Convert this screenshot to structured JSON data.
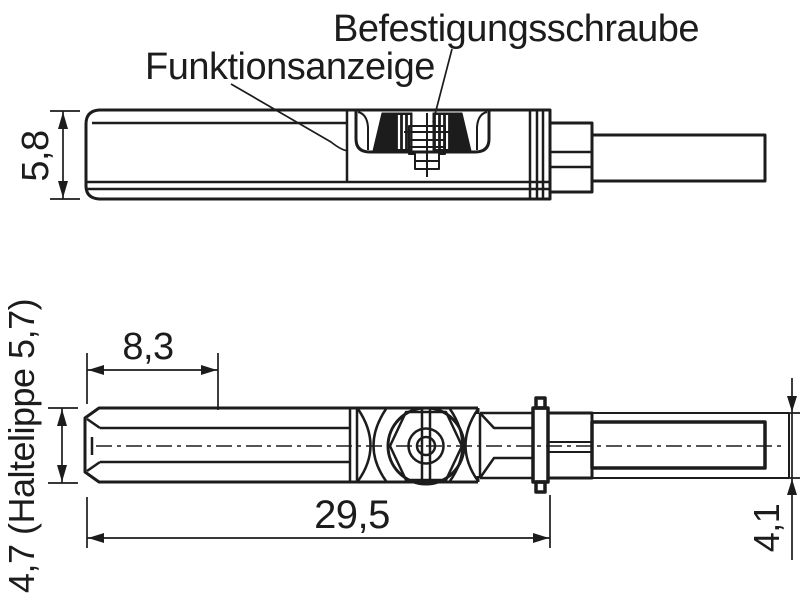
{
  "labels": {
    "screw": "Befestigungsschraube",
    "indicator": "Funktionsanzeige"
  },
  "dimensions": {
    "side_height": "5,8",
    "front_length": "8,3",
    "body_length": "29,5",
    "cable_width": "4,1",
    "width_note": "4,7 (Haltelippe 5,7)"
  },
  "colors": {
    "line": "#1c1c1c",
    "background": "#ffffff"
  }
}
